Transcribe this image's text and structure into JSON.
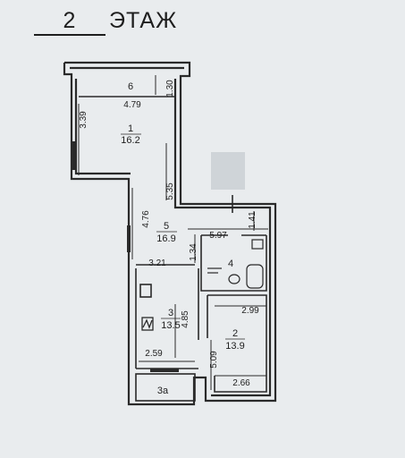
{
  "title": {
    "floor_number": "2",
    "floor_word": "ЭТАЖ"
  },
  "rooms": [
    {
      "id": "6",
      "area": ""
    },
    {
      "id": "1",
      "area": "16.2"
    },
    {
      "id": "5",
      "area": "16.9"
    },
    {
      "id": "4",
      "area": ""
    },
    {
      "id": "3",
      "area": "13.5"
    },
    {
      "id": "2",
      "area": "13.9"
    },
    {
      "id": "3а",
      "area": ""
    }
  ],
  "dimensions": {
    "d_130": "1.30",
    "d_479": "4.79",
    "d_339": "3.39",
    "d_535": "5.35",
    "d_476": "4.76",
    "d_597": "5.97",
    "d_141": "1.41",
    "d_321": "3.21",
    "d_134": "1.34",
    "d_485": "4.85",
    "d_299": "2.99",
    "d_259": "2.59",
    "d_509": "5.09",
    "d_266": "2.66"
  },
  "colors": {
    "paper": "#e9ecee",
    "ink": "#1e1e1e",
    "wall": "#2a2a2a",
    "stamp": "#c9ced3"
  }
}
